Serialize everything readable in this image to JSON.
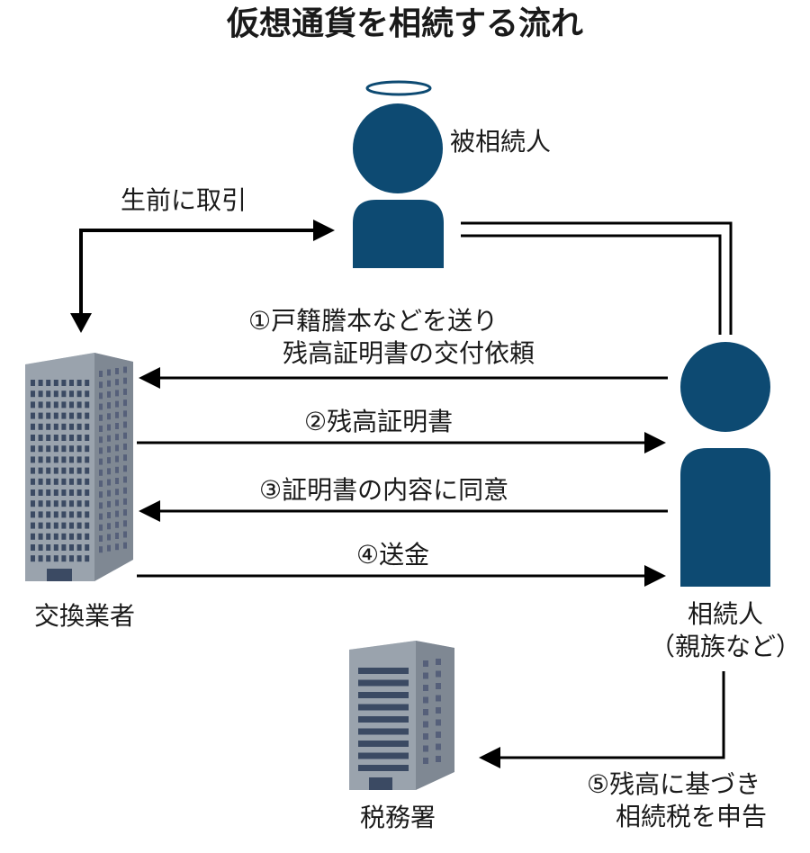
{
  "title": "仮想通貨を相続する流れ",
  "colors": {
    "person": "#0d4a72",
    "building_front": "#9aa3ad",
    "building_side": "#7f8893",
    "window": "#3b4a63",
    "line": "#000000"
  },
  "nodes": {
    "deceased": {
      "label": "被相続人",
      "icon": "halo-person-icon"
    },
    "exchange": {
      "label": "交換業者",
      "icon": "office-building-icon"
    },
    "heir": {
      "label_line1": "相続人",
      "label_line2": "（親族など）",
      "icon": "person-icon"
    },
    "tax_office": {
      "label": "税務署",
      "icon": "government-building-icon"
    }
  },
  "flows": {
    "pre_death": "生前に取引",
    "step1_line1": "①戸籍謄本などを送り",
    "step1_line2": "残高証明書の交付依頼",
    "step2": "②残高証明書",
    "step3": "③証明書の内容に同意",
    "step4": "④送金",
    "step5_line1": "⑤残高に基づき",
    "step5_line2": "相続税を申告"
  }
}
